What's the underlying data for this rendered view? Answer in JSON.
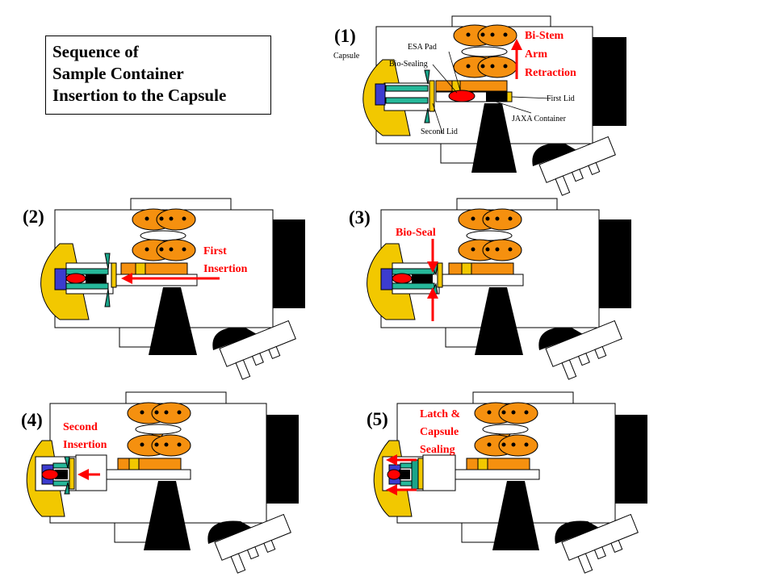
{
  "title": {
    "lines": [
      "Sequence of",
      "Sample Container",
      "Insertion to the Capsule"
    ]
  },
  "colors": {
    "capsule": "#f2c800",
    "orange": "#f5900f",
    "green": "#1aa58a",
    "cyan": "#26b89a",
    "blue": "#3c3ccf",
    "red": "#ff0000",
    "arrow": "#ff0000",
    "black": "#000000",
    "label_red": "#ff0000"
  },
  "steps": [
    {
      "number": "(1)",
      "callouts": [
        "Capsule",
        "ESA Pad",
        "Bio-Sealing",
        "First Lid",
        "JAXA Container",
        "Second Lid"
      ],
      "action_lines": [
        "Bi-Stem",
        "Arm",
        "Retraction"
      ]
    },
    {
      "number": "(2)",
      "action_lines": [
        "First",
        "Insertion"
      ]
    },
    {
      "number": "(3)",
      "action_lines": [
        "Bio-Seal"
      ]
    },
    {
      "number": "(4)",
      "action_lines": [
        "Second",
        "Insertion"
      ]
    },
    {
      "number": "(5)",
      "action_lines": [
        "Latch &",
        "Capsule",
        "Sealing"
      ]
    }
  ]
}
